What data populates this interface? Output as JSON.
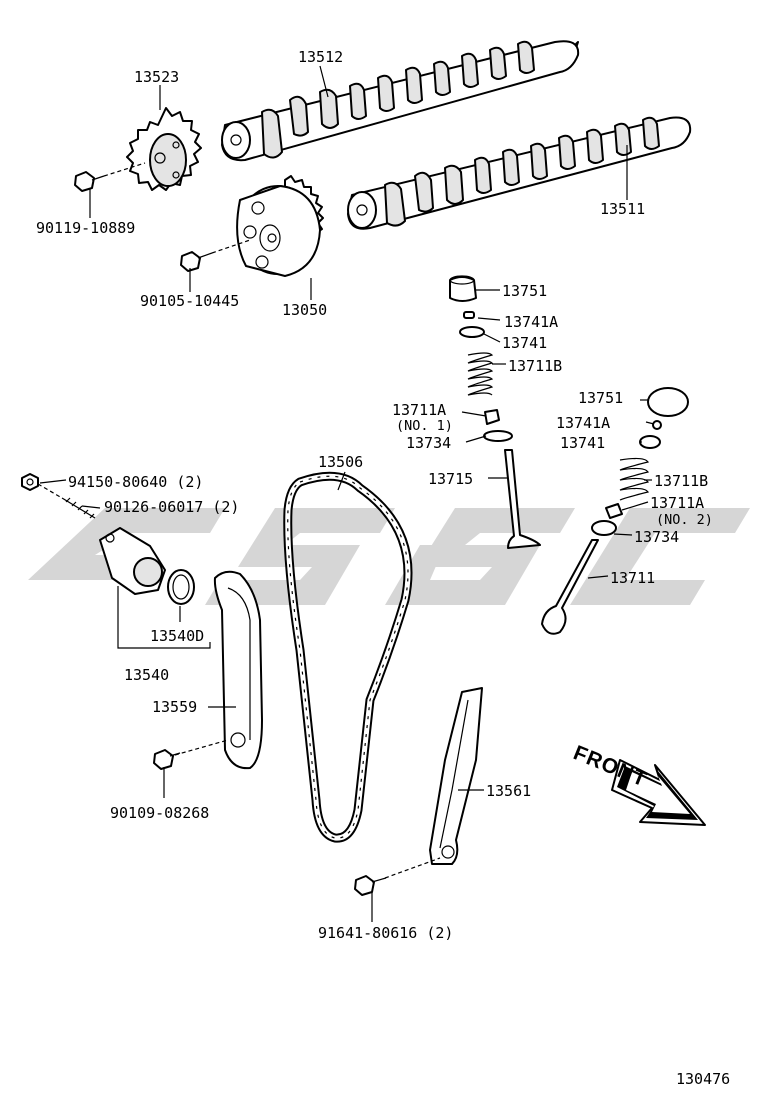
{
  "diagram": {
    "figure_number": "130476",
    "front_label": "FRONT",
    "watermark_color": "#d0d0d0",
    "parts": {
      "p13523": "13523",
      "p13512": "13512",
      "p13511": "13511",
      "p90119_10889": "90119-10889",
      "p90105_10445": "90105-10445",
      "p13050": "13050",
      "p13751_a": "13751",
      "p13741A_a": "13741A",
      "p13741_a": "13741",
      "p13711B_a": "13711B",
      "p13711A_no1": "13711A",
      "p13711A_no1_sub": "(NO. 1)",
      "p13734_a": "13734",
      "p13715": "13715",
      "p13751_b": "13751",
      "p13741A_b": "13741A",
      "p13741_b": "13741",
      "p13711B_b": "13711B",
      "p13711A_no2": "13711A",
      "p13711A_no2_sub": "(NO. 2)",
      "p13734_b": "13734",
      "p13711": "13711",
      "p13506": "13506",
      "p94150_80640": "94150-80640 (2)",
      "p90126_06017": "90126-06017 (2)",
      "p13540D": "13540D",
      "p13540": "13540",
      "p13559": "13559",
      "p90109_08268": "90109-08268",
      "p13561": "13561",
      "p91641_80616": "91641-80616 (2)"
    }
  }
}
